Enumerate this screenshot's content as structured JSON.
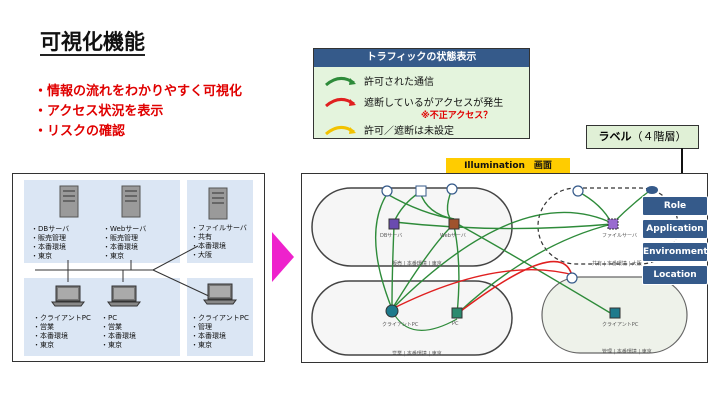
{
  "slide": {
    "title": "可視化機能",
    "bullets": [
      "・情報の流れをわかりやすく可視化",
      "・アクセス状況を表示",
      "・リスクの確認"
    ]
  },
  "legend": {
    "title": "トラフィックの状態表示",
    "items": [
      {
        "label": "許可された通信",
        "color": "#2e8b3a"
      },
      {
        "label": "遮断しているがアクセスが発生",
        "color": "#e02020"
      },
      {
        "label": "許可／遮断は未設定",
        "color": "#f2c200"
      }
    ],
    "note": "※不正アクセス？"
  },
  "label_box": {
    "title": "ラベル",
    "levels": "（４階層）"
  },
  "illumination": {
    "title": "Illumination　画面"
  },
  "label_tags": [
    "Role",
    "Application",
    "Environment",
    "Location"
  ],
  "left_panel": {
    "db_server": [
      "・DBサーバ",
      "・販売管理",
      "・本番環境",
      "・東京"
    ],
    "web_server": [
      "・Webサーバ",
      "・販売管理",
      "・本番環境",
      "・東京"
    ],
    "file_server": [
      "・ファイルサーバ",
      "・共有",
      "・本番環境",
      "・大阪"
    ],
    "client_pc": [
      "・クライアントPC",
      "・営業",
      "・本番環境",
      "・東京"
    ],
    "pc": [
      "・PC",
      "・営業",
      "・本番環境",
      "・東京"
    ],
    "client_pc_admin": [
      "・クライアントPC",
      "・管理",
      "・本番環境",
      "・東京"
    ]
  },
  "illum_groups": {
    "top_left": "販売 | 本番環境 | 東京",
    "top_right": "共有 | 本番環境 | 大阪",
    "bottom_left": "営業 | 本番環境 | 東京",
    "bottom_right": "管理 | 本番環境 | 東京"
  },
  "illum_nodes": {
    "db": "DBサーバ",
    "web": "Webサーバ",
    "file": "ファイルサーバ",
    "client1": "クライアントPC",
    "pc": "PC",
    "client2": "クライアントPC"
  },
  "colors": {
    "accent_red": "#e00000",
    "header_blue": "#355a8a",
    "pink_arrow": "#ee22cc",
    "yellow": "#ffcc00"
  }
}
